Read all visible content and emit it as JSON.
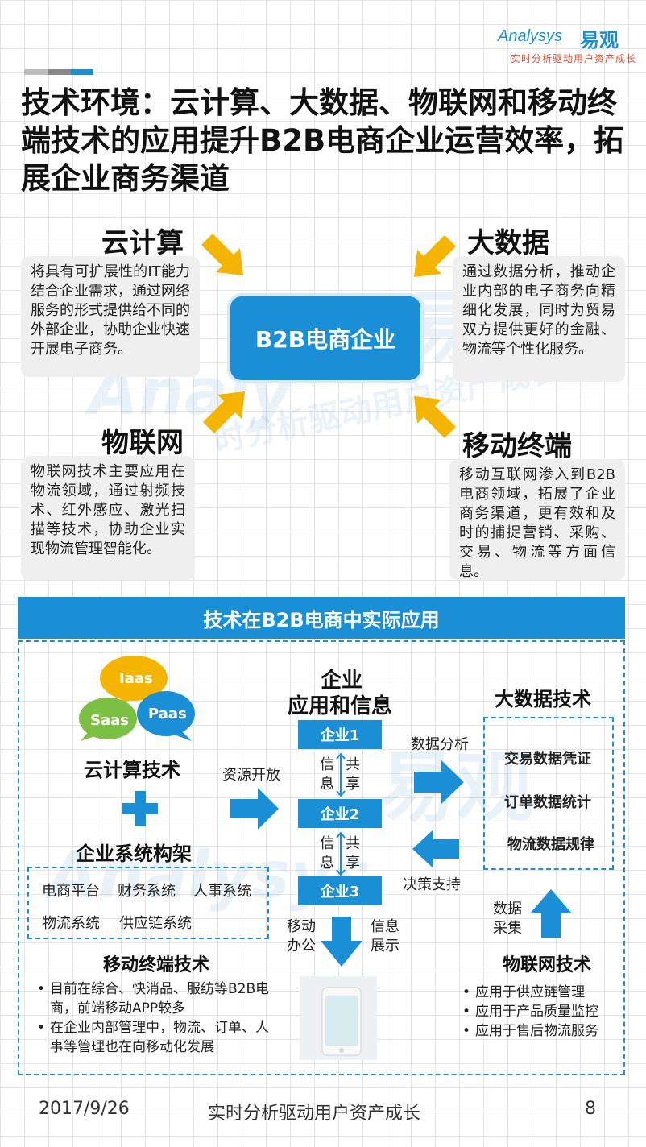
{
  "logo": {
    "en": "Analysys",
    "cn": "易观",
    "tagline": "实时分析驱动用户资产成长"
  },
  "title": "技术环境：云计算、大数据、物联网和移动终端技术的应用提升B2B电商企业运营效率，拓展企业商务渠道",
  "center_label": "B2B电商企业",
  "quadrants": {
    "cloud": {
      "heading": "云计算",
      "text": "将具有可扩展性的IT能力结合企业需求，通过网络服务的形式提供给不同的外部企业，协助企业快速开展电子商务。"
    },
    "bigdata": {
      "heading": "大数据",
      "text": "通过数据分析，推动企业内部的电子商务向精细化发展，同时为贸易双方提供更好的金融、物流等个性化服务。"
    },
    "iot": {
      "heading": "物联网",
      "text": "物联网技术主要应用在物流领域，通过射频技术、红外感应、激光扫描等技术，协助企业实现物流管理智能化。"
    },
    "mobile": {
      "heading": "移动终端",
      "text": "移动互联网渗入到B2B电商领域，拓展了企业商务渠道，更有效和及时的捕捉营销、采购、交易、物流等方面信息。"
    }
  },
  "banner": "技术在B2B电商中实际应用",
  "cloud_tech": {
    "bubbles": [
      "Iaas",
      "Saas",
      "Paas"
    ],
    "label": "云计算技术",
    "resource": "资源开放"
  },
  "enterprise_arch": {
    "label": "企业系统构架",
    "row1": [
      "电商平台",
      "财务系统",
      "人事系统"
    ],
    "row2": [
      "物流系统",
      "供应链系统"
    ]
  },
  "enterprise_apps": {
    "title_line1": "企业",
    "title_line2": "应用和信息",
    "items": [
      "企业1",
      "企业2",
      "企业3"
    ],
    "share1": {
      "left": [
        "信",
        "息"
      ],
      "right": [
        "共",
        "享"
      ]
    },
    "share2": {
      "left": [
        "信",
        "息"
      ],
      "right": [
        "共",
        "享"
      ]
    }
  },
  "mobile_arrow": {
    "left": [
      "移动",
      "办公"
    ],
    "right": [
      "信息",
      "展示"
    ]
  },
  "bigdata_tech": {
    "label": "大数据技术",
    "items": [
      "交易数据凭证",
      "订单数据统计",
      "物流数据规律"
    ],
    "data_analysis": "数据分析",
    "decision": "决策支持"
  },
  "iot_tech": {
    "collect": [
      "数据",
      "采集"
    ],
    "label": "物联网技术",
    "bullets": [
      "应用于供应链管理",
      "应用于产品质量监控",
      "应用于售后物流服务"
    ]
  },
  "mobile_tech": {
    "label": "移动终端技术",
    "bullets": [
      "目前在综合、快消品、服纺等B2B电商，前端移动APP较多",
      "在企业内部管理中，物流、订单、人事等管理也在向移动化发展"
    ]
  },
  "footer": {
    "date": "2017/9/26",
    "slogan": "实时分析驱动用户资产成长",
    "page": "8"
  },
  "colors": {
    "primary": "#1b8fd6",
    "arrow_yellow": "#f5b400",
    "accent_red": "#e34b2e"
  }
}
